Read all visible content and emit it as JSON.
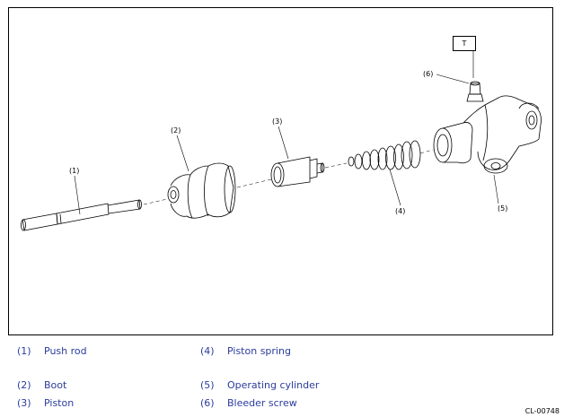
{
  "figure": {
    "id": "CL-00748",
    "torque_label": "T",
    "callouts": [
      "(1)",
      "(2)",
      "(3)",
      "(4)",
      "(5)",
      "(6)"
    ]
  },
  "legend": [
    {
      "num": "(1)",
      "label": "Push rod"
    },
    {
      "num": "(4)",
      "label": "Piston spring"
    },
    {
      "num": "(2)",
      "label": "Boot"
    },
    {
      "num": "(5)",
      "label": "Operating cylinder"
    },
    {
      "num": "(3)",
      "label": "Piston"
    },
    {
      "num": "(6)",
      "label": "Bleeder screw"
    }
  ],
  "colors": {
    "line": "#000000",
    "legend_text": "#2b3c9c"
  }
}
